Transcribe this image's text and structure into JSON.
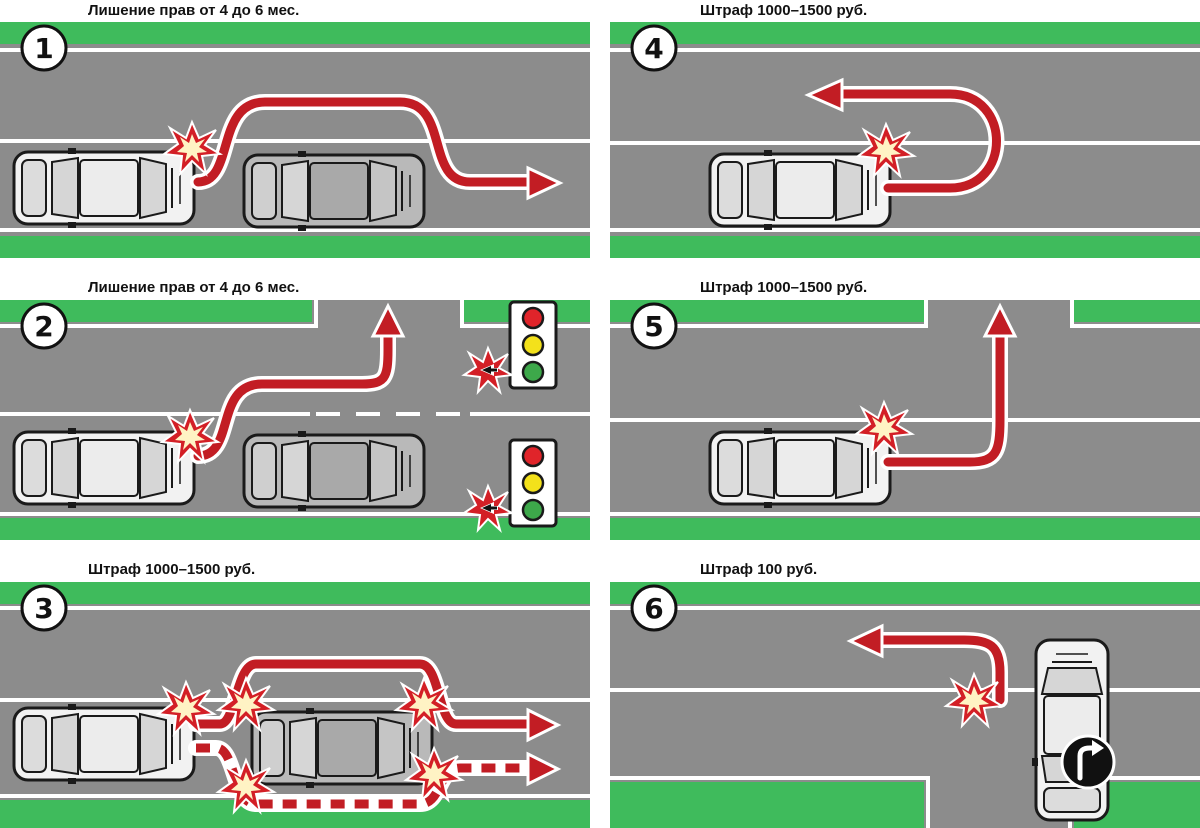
{
  "colors": {
    "road": "#8c8c8c",
    "grass": "#3fbb5c",
    "lane_line": "#ffffff",
    "path_red": "#c21d24",
    "path_outline": "#ffffff",
    "car_white": "#f2f2f2",
    "car_gray": "#b9b9b9",
    "spark_red": "#d31f26",
    "spark_fill": "#fff3c4",
    "light_red": "#e0242a",
    "light_yellow": "#f3e11b",
    "light_green": "#3da84a"
  },
  "panels": [
    {
      "number": "1",
      "caption": "Лишение прав от 4 до 6 мес."
    },
    {
      "number": "2",
      "caption": "Лишение прав от 4 до 6 мес."
    },
    {
      "number": "3",
      "caption": "Штраф 1000–1500 руб."
    },
    {
      "number": "4",
      "caption": "Штраф 1000–1500 руб."
    },
    {
      "number": "5",
      "caption": "Штраф 1000–1500 руб."
    },
    {
      "number": "6",
      "caption": "Штраф 100 руб."
    }
  ],
  "icons": {
    "traffic_light": "traffic-light-icon",
    "left_arrow_sign": "left-arrow-icon",
    "right_turn_sign": "right-turn-sign-icon",
    "collision": "collision-spark-icon"
  }
}
